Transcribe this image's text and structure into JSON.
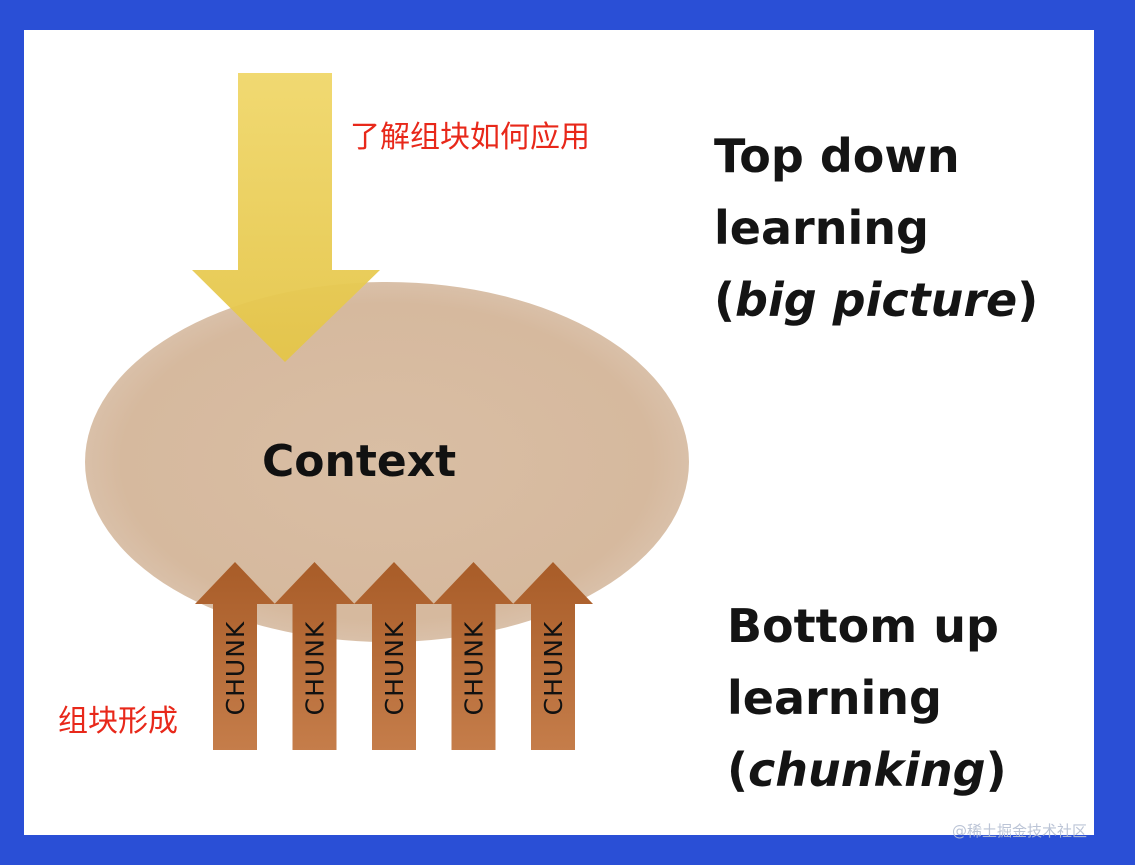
{
  "diagram": {
    "context_label": "Context",
    "chunk_label": "CHUNK",
    "chunk_count": 5,
    "top_down": {
      "line1": "Top down",
      "line2": "learning",
      "line3_open": "(",
      "line3_em": "big picture",
      "line3_close": ")"
    },
    "bottom_up": {
      "line1": "Bottom up",
      "line2": "learning",
      "line3_open": "(",
      "line3_em": "chunking",
      "line3_close": ")"
    },
    "note_top": "了解组块如何应用",
    "note_bottom": "组块形成",
    "watermark": "@稀土掘金技术社区"
  },
  "colors": {
    "frame": "#2a4fd6",
    "ellipse": "#d8bca2",
    "yellow_arrow": "#ecd05c",
    "chunk_arrow": "#b86a35",
    "note_red": "#e8281a"
  }
}
